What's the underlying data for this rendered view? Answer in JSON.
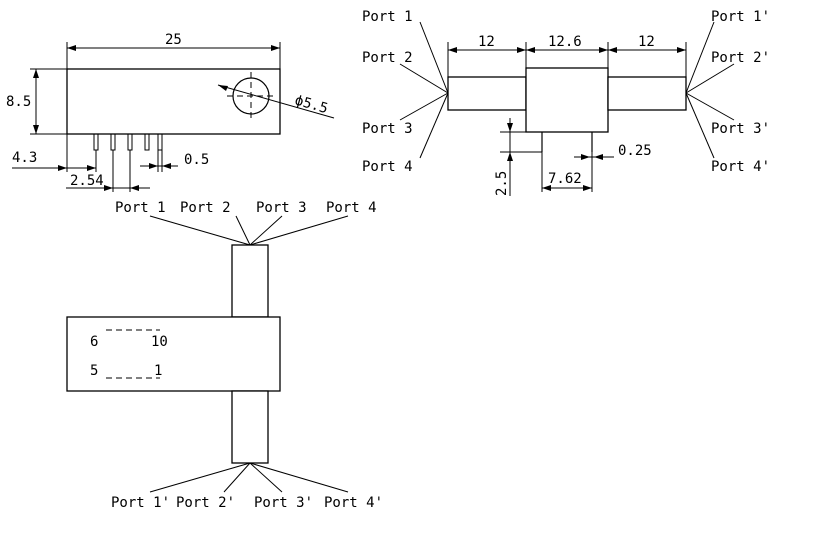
{
  "colors": {
    "line": "#000000",
    "background": "#ffffff"
  },
  "views": {
    "side": {
      "length_label": "25",
      "height_label": "8.5",
      "hole_label": "ϕ5.5",
      "offset_label": "4.3",
      "pitch_label": "2.54",
      "pin_label": "0.5"
    },
    "top": {
      "ports_left": [
        "Port 1",
        "Port 2",
        "Port 3",
        "Port 4"
      ],
      "ports_right": [
        "Port 1'",
        "Port 2'",
        "Port 3'",
        "Port 4'"
      ],
      "seg_left_label": "12",
      "seg_mid_label": "12.6",
      "seg_right_label": "12",
      "pin_height_label": "2.5",
      "pin_span_label": "7.62",
      "pin_dia_label": "0.25"
    },
    "front": {
      "ports_top": [
        "Port 1",
        "Port 2",
        "Port 3",
        "Port 4"
      ],
      "ports_bottom": [
        "Port 1'",
        "Port 2'",
        "Port 3'",
        "Port 4'"
      ],
      "pin_labels": {
        "tl": "6",
        "tr": "10",
        "bl": "5",
        "br": "1"
      }
    }
  }
}
